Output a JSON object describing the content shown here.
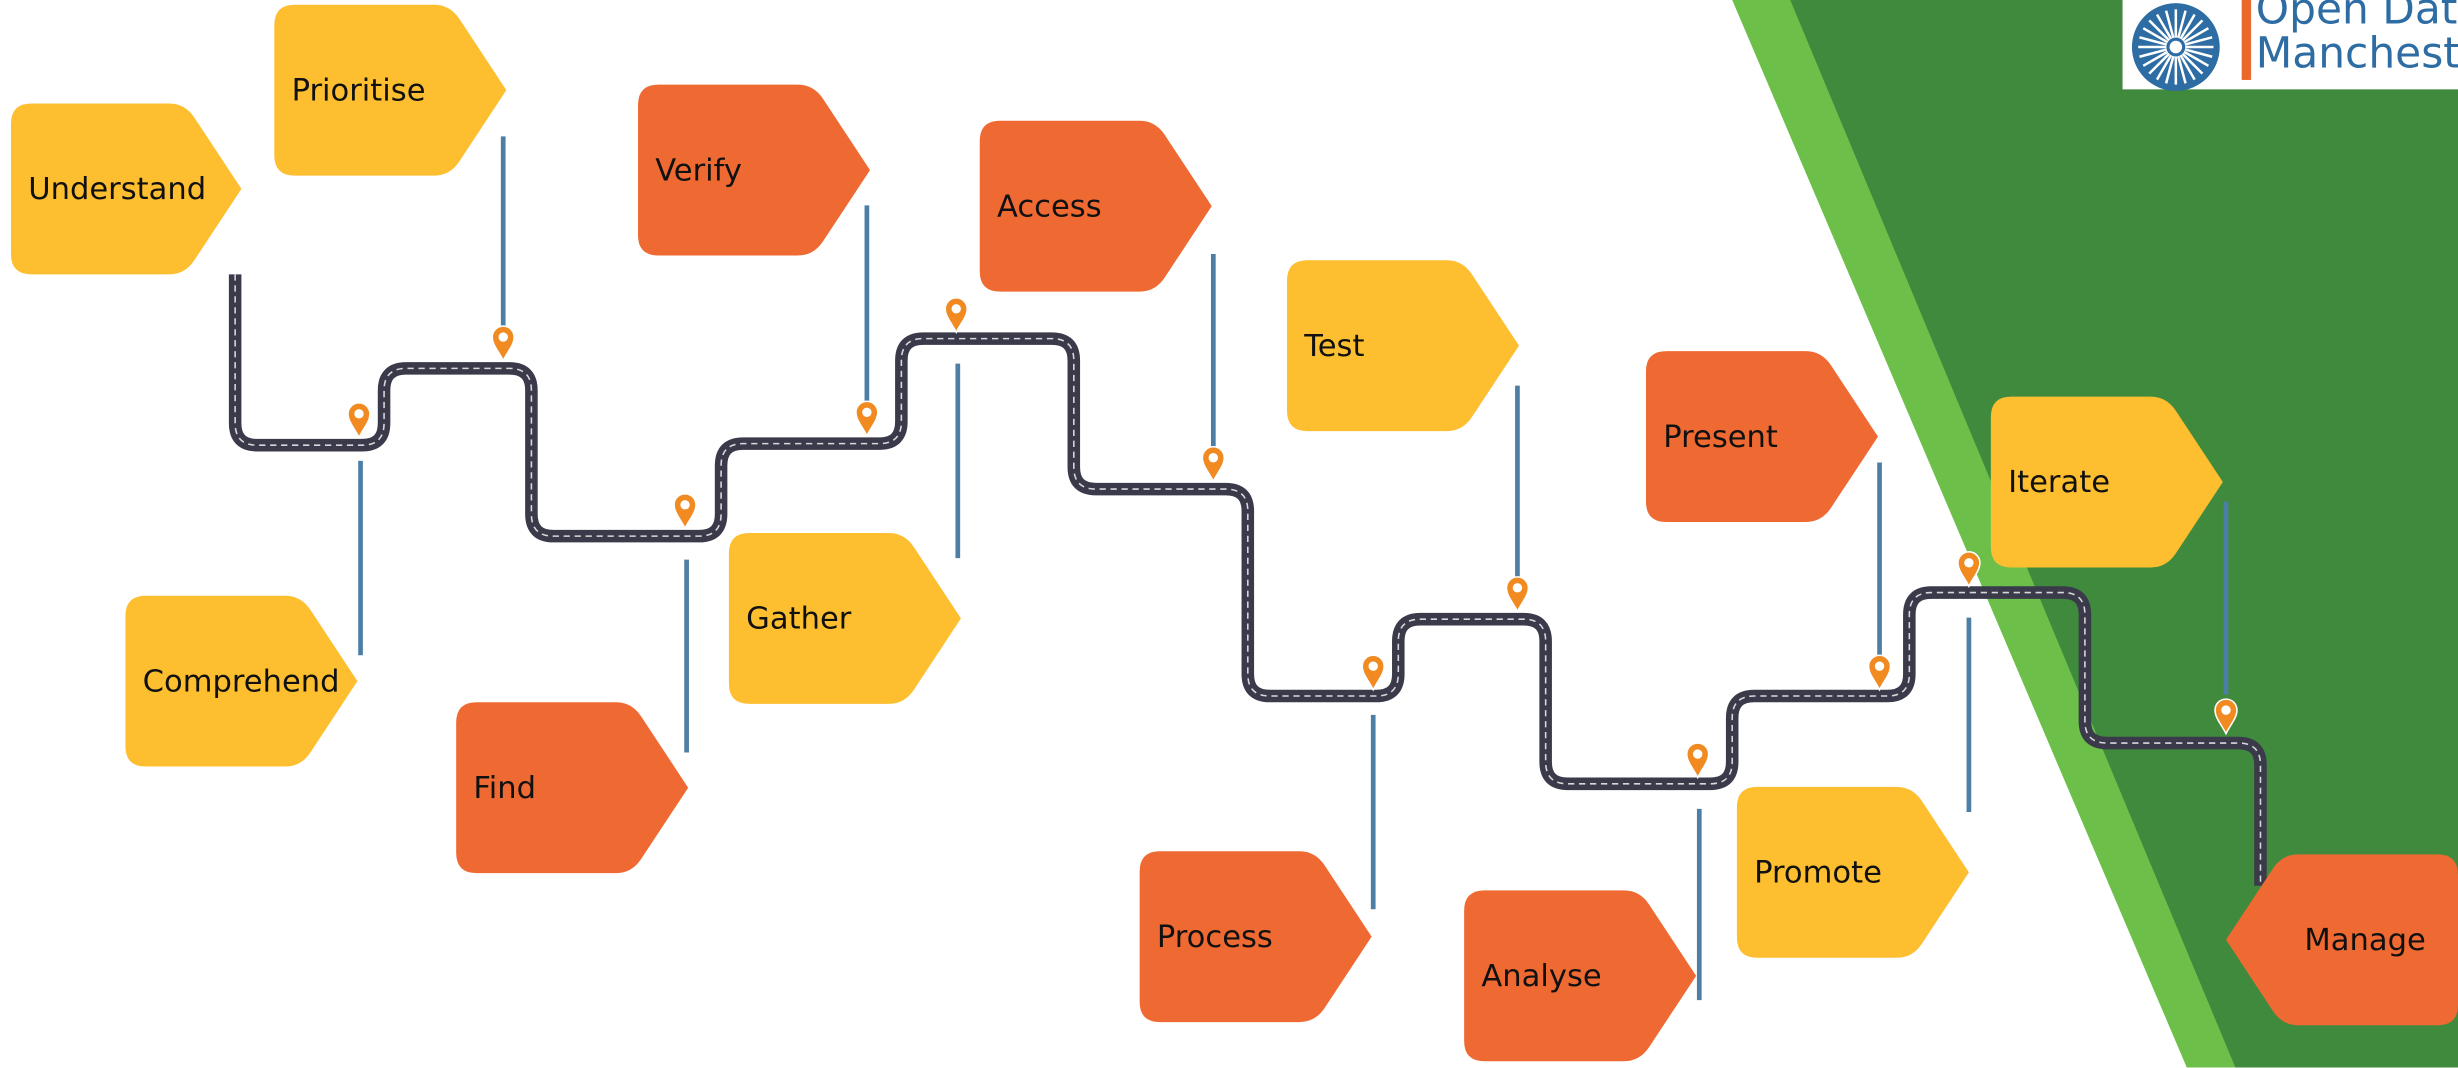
{
  "colors": {
    "amber": "#fdbe30",
    "orange": "#ef6a32",
    "pole": "#4d7fa6",
    "road": "#3a3a4a",
    "pin": "#f08a21",
    "green_light": "#6cc04a",
    "green_dark": "#3f8a3d",
    "logo_blue": "#2e6da4",
    "logo_orange": "#e9682a"
  },
  "logo": {
    "line1": "Open Data",
    "line2": "Manchester",
    "icon": "starburst-icon"
  },
  "steps": [
    {
      "label": "Understand",
      "color": "amber"
    },
    {
      "label": "Prioritise",
      "color": "amber"
    },
    {
      "label": "Comprehend",
      "color": "amber"
    },
    {
      "label": "Find",
      "color": "orange"
    },
    {
      "label": "Verify",
      "color": "orange"
    },
    {
      "label": "Gather",
      "color": "amber"
    },
    {
      "label": "Access",
      "color": "orange"
    },
    {
      "label": "Test",
      "color": "amber"
    },
    {
      "label": "Process",
      "color": "orange"
    },
    {
      "label": "Analyse",
      "color": "orange"
    },
    {
      "label": "Present",
      "color": "orange"
    },
    {
      "label": "Promote",
      "color": "amber"
    },
    {
      "label": "Iterate",
      "color": "amber"
    },
    {
      "label": "Manage",
      "color": "orange"
    }
  ]
}
